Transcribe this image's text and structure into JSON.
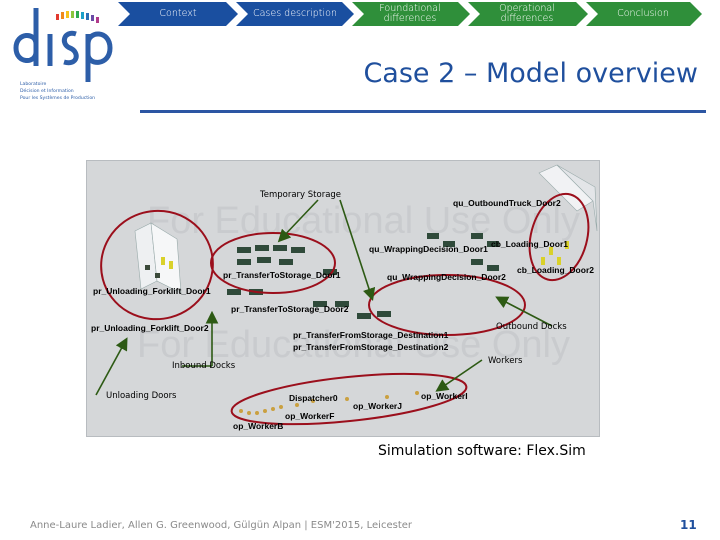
{
  "nav": {
    "steps": [
      {
        "label": "Context",
        "color": "#1a4fa0"
      },
      {
        "label": "Cases description",
        "color": "#1a4fa0"
      },
      {
        "label": "Foundational differences",
        "color": "#2f8f3a"
      },
      {
        "label": "Operational differences",
        "color": "#2f8f3a"
      },
      {
        "label": "Conclusion",
        "color": "#2f8f3a"
      }
    ]
  },
  "logo": {
    "text": "disp",
    "line1": "Laboratoire",
    "line2": "Décision et Information",
    "line3": "Pour les Systèmes de Production"
  },
  "slide": {
    "title": "Case 2 – Model overview",
    "caption": "Simulation software: Flex.Sim",
    "footer": "Anne-Laure Ladier, Allen G. Greenwood, Gülgün Alpan | ESM'2015, Leicester",
    "page_number": "11"
  },
  "annotations": {
    "temporary_storage": "Temporary Storage",
    "outbound_docks": "Outbound Docks",
    "workers": "Workers",
    "inbound_docks": "Inbound Docks",
    "unloading_doors": "Unloading Doors"
  },
  "model_labels": {
    "qu_outbound_truck_door2": "qu_OutboundTruck_Door2",
    "cb_loading_door1": "cb_Loading_Door1",
    "qu_wrapping_decision_door1": "qu_WrappingDecision_Door1",
    "cb_loading_door2": "cb_Loading_Door2",
    "pr_transfer_to_storage_door1": "pr_TransferToStorage_Door1",
    "qu_wrapping_decision_door2": "qu_WrappingDecision_Door2",
    "pr_unloading_forklift_door1": "pr_Unloading_Forklift_Door1",
    "pr_transfer_to_storage_door2": "pr_TransferToStorage_Door2",
    "pr_unloading_forklift_door2": "pr_Unloading_Forklift_Door2",
    "pr_transfer_from_storage_destination1": "pr_TransferFromStorage_Destination1",
    "pr_transfer_from_storage_destination2": "pr_TransferFromStorage_Destination2",
    "dispatcher": "Dispatcher0",
    "op_worker_j": "op_WorkerJ",
    "op_worker_i": "op_WorkerI",
    "op_worker_f": "op_WorkerF",
    "op_worker_b": "op_WorkerB"
  },
  "watermark": {
    "line1": "For Educational Use Only",
    "line2": "For Educational Use Only"
  },
  "colors": {
    "accent_blue": "#1f4f9d",
    "annotation_red": "#9b0f1c",
    "arrow_green": "#2d5a14"
  }
}
